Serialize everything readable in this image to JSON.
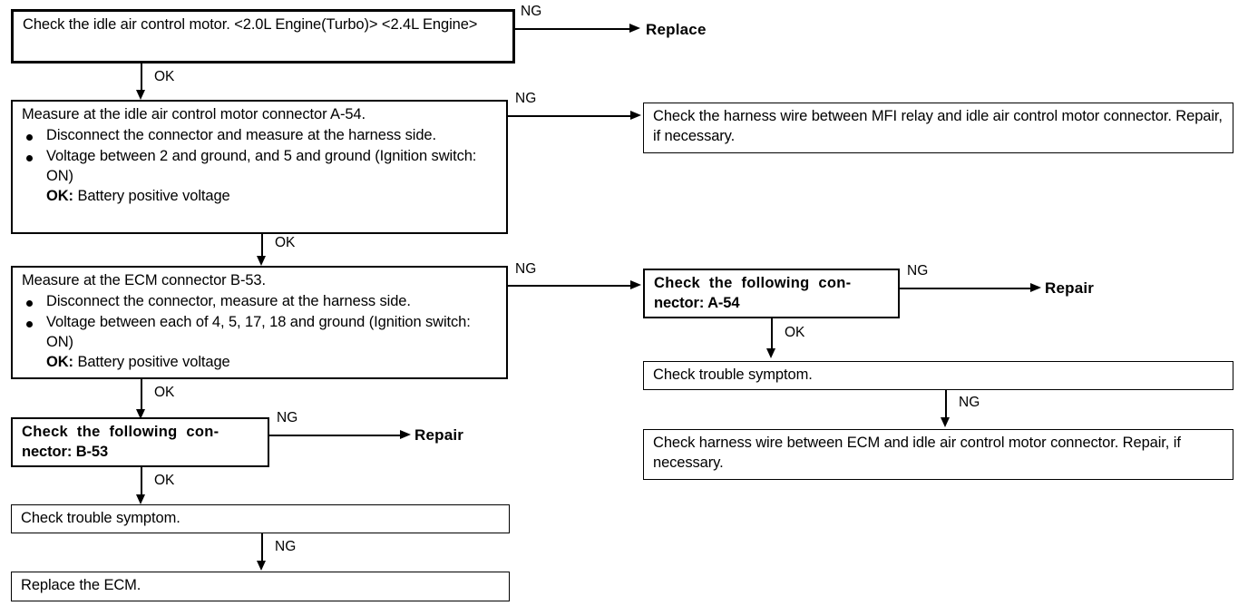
{
  "diagram": {
    "title": "Idle air control motor circuit diagnostic flowchart",
    "colors": {
      "line": "#000000",
      "background": "#ffffff",
      "text": "#000000"
    },
    "labels": {
      "ok": "OK",
      "ng": "NG"
    }
  },
  "nodes": {
    "check_iac_motor": {
      "text": "Check the idle air control motor. <2.0L Engine(Turbo)> <2.4L Engine>"
    },
    "replace_iac": {
      "text": "Replace"
    },
    "measure_a54": {
      "headline": "Measure at the idle air control motor connector A-54.",
      "bullets": [
        "Disconnect the connector and measure at the harness side.",
        "Voltage between 2 and ground, and 5 and ground (Ignition switch: ON)"
      ],
      "ok_prefix": "OK:",
      "ok_text": "Battery positive voltage"
    },
    "check_mfi_harness": {
      "text": "Check the harness wire between MFI relay and idle air control motor connector. Repair, if necessary."
    },
    "measure_b53": {
      "headline": "Measure at the ECM connector B-53.",
      "bullets": [
        "Disconnect the connector, measure at the harness side.",
        "Voltage between each of 4, 5, 17, 18 and ground (Ignition switch: ON)"
      ],
      "ok_prefix": "OK:",
      "ok_text": "Battery positive voltage"
    },
    "check_connector_a54": {
      "line1": "Check the following con-",
      "line2": "nector: A-54"
    },
    "repair_right": {
      "text": "Repair"
    },
    "check_symptom_right": {
      "text": "Check trouble symptom."
    },
    "check_ecm_harness": {
      "text": "Check harness wire between ECM and idle air control motor connector. Repair, if necessary."
    },
    "check_connector_b53": {
      "line1": "Check the following con-",
      "line2": "nector: B-53"
    },
    "repair_left": {
      "text": "Repair"
    },
    "check_symptom_left": {
      "text": "Check trouble symptom."
    },
    "replace_ecm": {
      "text": "Replace the ECM."
    }
  },
  "edges": [
    {
      "from": "check_iac_motor",
      "to": "replace_iac",
      "label": "NG"
    },
    {
      "from": "check_iac_motor",
      "to": "measure_a54",
      "label": "OK"
    },
    {
      "from": "measure_a54",
      "to": "check_mfi_harness",
      "label": "NG"
    },
    {
      "from": "measure_a54",
      "to": "measure_b53",
      "label": "OK"
    },
    {
      "from": "measure_b53",
      "to": "check_connector_a54",
      "label": "NG"
    },
    {
      "from": "measure_b53",
      "to": "check_connector_b53",
      "label": "OK"
    },
    {
      "from": "check_connector_a54",
      "to": "repair_right",
      "label": "NG"
    },
    {
      "from": "check_connector_a54",
      "to": "check_symptom_right",
      "label": "OK"
    },
    {
      "from": "check_symptom_right",
      "to": "check_ecm_harness",
      "label": "NG"
    },
    {
      "from": "check_connector_b53",
      "to": "repair_left",
      "label": "NG"
    },
    {
      "from": "check_connector_b53",
      "to": "check_symptom_left",
      "label": "OK"
    },
    {
      "from": "check_symptom_left",
      "to": "replace_ecm",
      "label": "NG"
    }
  ]
}
